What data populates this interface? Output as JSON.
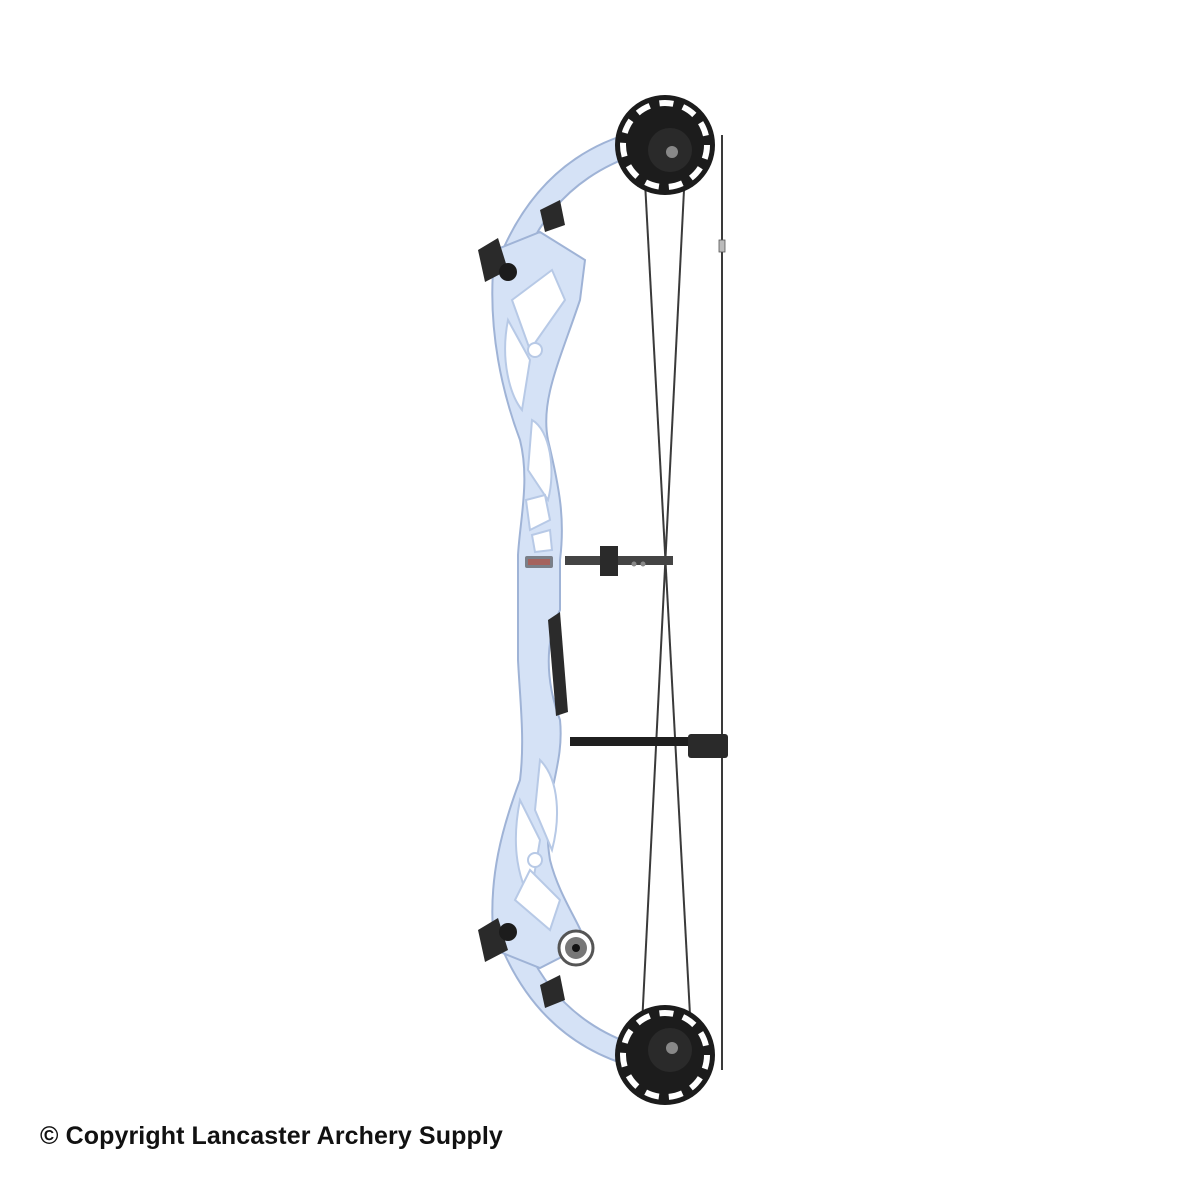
{
  "image": {
    "subject": "Compound bow, side profile",
    "background_color": "#ffffff",
    "colors": {
      "riser": "#d5e2f6",
      "riser_shade": "#b7c9e6",
      "riser_edge": "#9fb3d6",
      "cams": "#1c1c1c",
      "strings": "#3a3a3a",
      "hardware": "#2a2a2a"
    },
    "components": [
      "riser",
      "upper-limb",
      "lower-limb",
      "upper-cam",
      "lower-cam",
      "bowstring",
      "cables",
      "arrow-rest",
      "cable-guard-rod",
      "grip",
      "stabilizer-bushing",
      "riser-logo-badge"
    ]
  },
  "watermark": {
    "symbol": "©",
    "text": "© Copyright Lancaster Archery Supply"
  }
}
